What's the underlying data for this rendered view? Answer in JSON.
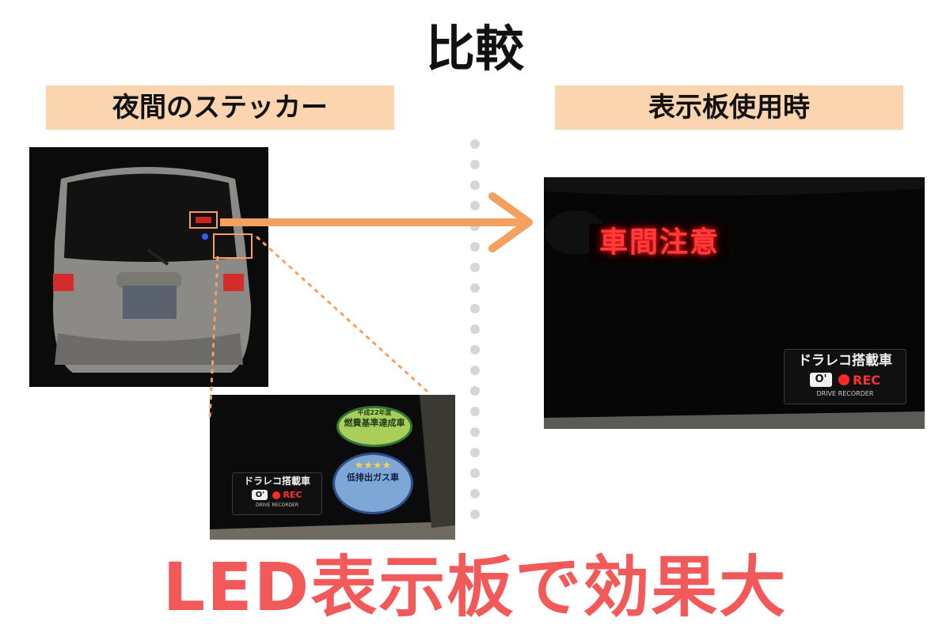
{
  "title": "比較",
  "left_label": "夜間のステッカー",
  "right_label": "表示板使用時",
  "headline": "LED表示板で効果大",
  "led_text": "車間注意",
  "sticker": {
    "title": "ドラレコ搭載車",
    "rec": "REC",
    "sub": "DRIVE RECORDER"
  },
  "rec_small": "● REC",
  "eco_sticker": {
    "year": "平成22年度",
    "label": "燃費基準達成車"
  },
  "emission_sticker": {
    "stars": "★★★★",
    "label": "低排出ガス車"
  },
  "colors": {
    "accent_orange": "#f6a060",
    "label_bg": "#fbd4b0",
    "headline_red": "#f25a5a",
    "divider": "#d6d6d6"
  }
}
